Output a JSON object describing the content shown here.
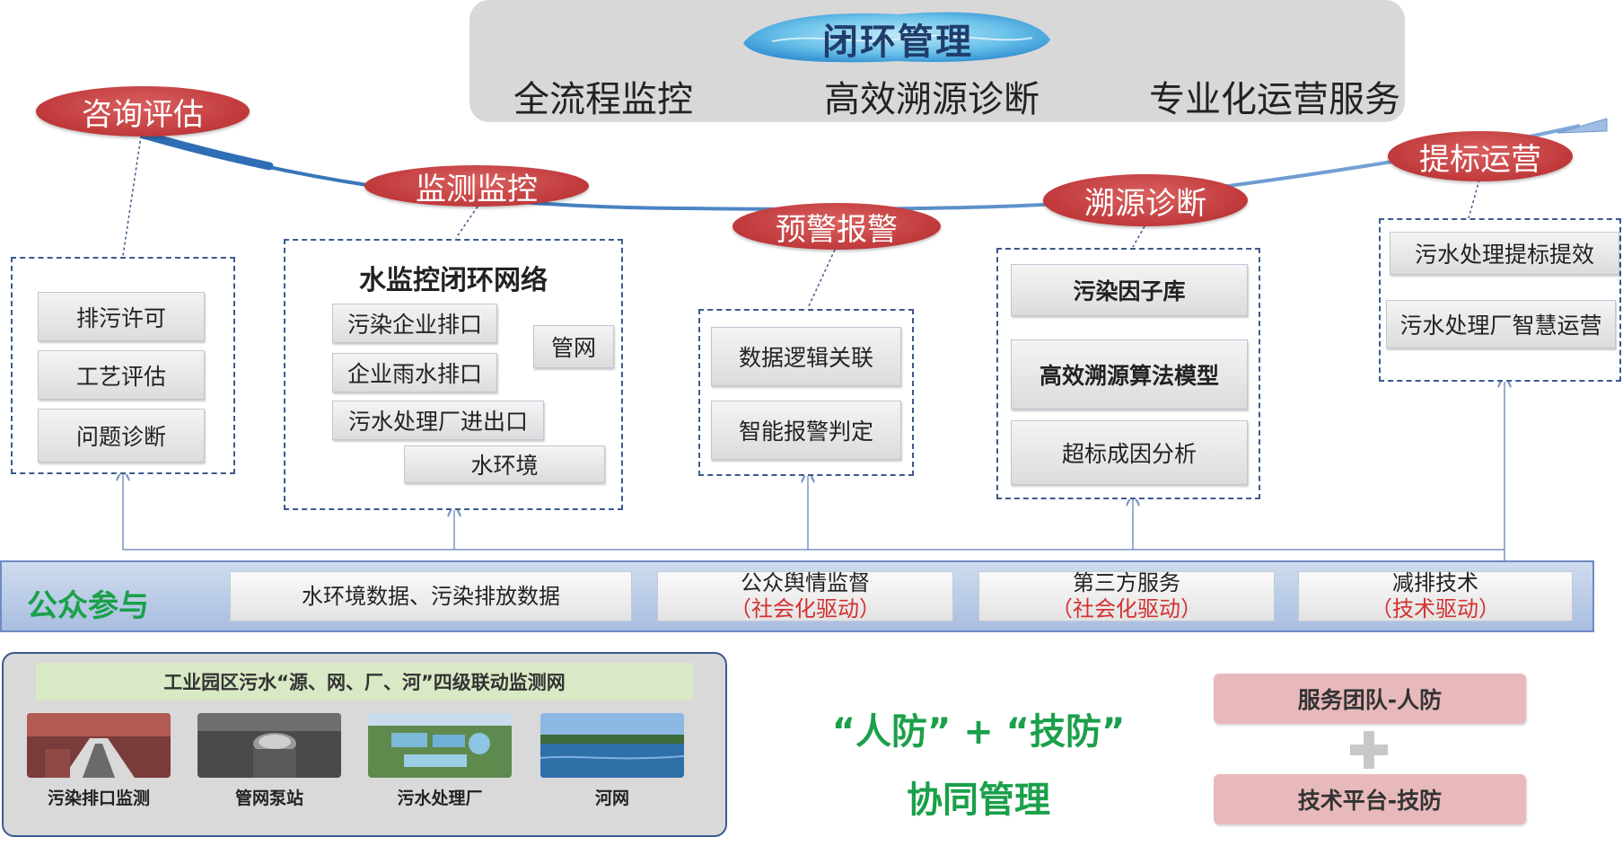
{
  "banner": {
    "title": "闭环管理",
    "items": [
      "全流程监控",
      "高效溯源诊断",
      "专业化运营服务"
    ]
  },
  "stages": {
    "consult": "咨询评估",
    "monitor": "监测监控",
    "alarm": "预警报警",
    "trace": "溯源诊断",
    "upgrade": "提标运营"
  },
  "consult_box": {
    "items": [
      "排污许可",
      "工艺评估",
      "问题诊断"
    ]
  },
  "monitor_box": {
    "title": "水监控闭环网络",
    "enterprise_outlet": "污染企业排口",
    "rain_outlet": "企业雨水排口",
    "pipe_network": "管网",
    "plant_io": "污水处理厂进出口",
    "water_env": "水环境"
  },
  "alarm_box": {
    "items": [
      "数据逻辑关联",
      "智能报警判定"
    ]
  },
  "trace_box": {
    "items": [
      "污染因子库",
      "高效溯源算法模型",
      "超标成因分析"
    ]
  },
  "upgrade_box": {
    "items": [
      "污水处理提标提效",
      "污水处理厂智慧运营"
    ]
  },
  "public": {
    "label": "公众参与",
    "items": [
      {
        "main": "水环境数据、污染排放数据",
        "sub": ""
      },
      {
        "main": "公众舆情监督",
        "sub": "（社会化驱动）"
      },
      {
        "main": "第三方服务",
        "sub": "（社会化驱动）"
      },
      {
        "main": "减排技术",
        "sub": "（技术驱动）"
      }
    ]
  },
  "network": {
    "title": "工业园区污水“源、网、厂、河”四级联动监测网",
    "captions": [
      "污染排口监测",
      "管网泵站",
      "污水处理厂",
      "河网"
    ]
  },
  "slogan": {
    "line1": "“人防” + “技防”",
    "line2": "协同管理"
  },
  "right": {
    "team": "服务团队-人防",
    "tech": "技术平台-技防"
  },
  "colors": {
    "stage_red": "#c0393b",
    "green": "#1aa04a",
    "navy": "#3b5a8c",
    "pink": "#e8b9bb"
  }
}
